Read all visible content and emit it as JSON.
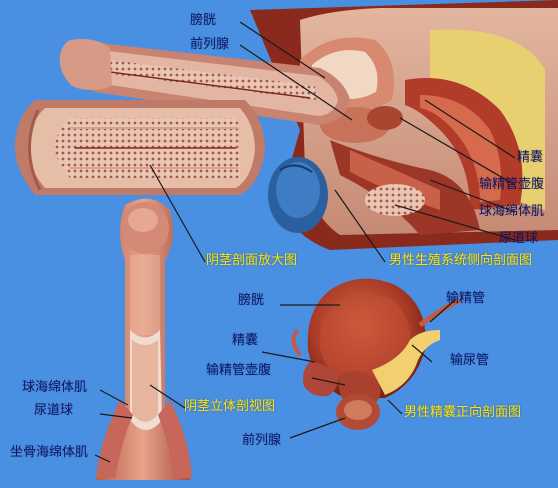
{
  "background_color": "#4a90e2",
  "label_color": "#0d1466",
  "caption_color": "#ffe400",
  "sagittal_section": {
    "labels": {
      "bladder": "膀胱",
      "prostate": "前列腺",
      "seminal_vesicle": "精囊",
      "ejaculatory_duct_ampulla": "输精管壶腹",
      "bulbospongiosus": "球海绵体肌",
      "urethral_bulb": "尿道球"
    },
    "caption": "男性生殖系统侧向剖面图"
  },
  "enlarged_section": {
    "caption": "阴茎剖面放大图"
  },
  "penis_3d": {
    "labels": {
      "bulbospongiosus": "球海绵体肌",
      "urethral_bulb": "尿道球",
      "ischiocavernosus": "坐骨海绵体肌"
    },
    "caption": "阴茎立体剖视图"
  },
  "frontal_section": {
    "labels": {
      "bladder": "膀胱",
      "vas_deferens": "输精管",
      "seminal_vesicle": "精囊",
      "ampulla": "输精管壶腹",
      "ureter": "输尿管",
      "prostate": "前列腺"
    },
    "caption": "男性精囊正向剖面图"
  }
}
